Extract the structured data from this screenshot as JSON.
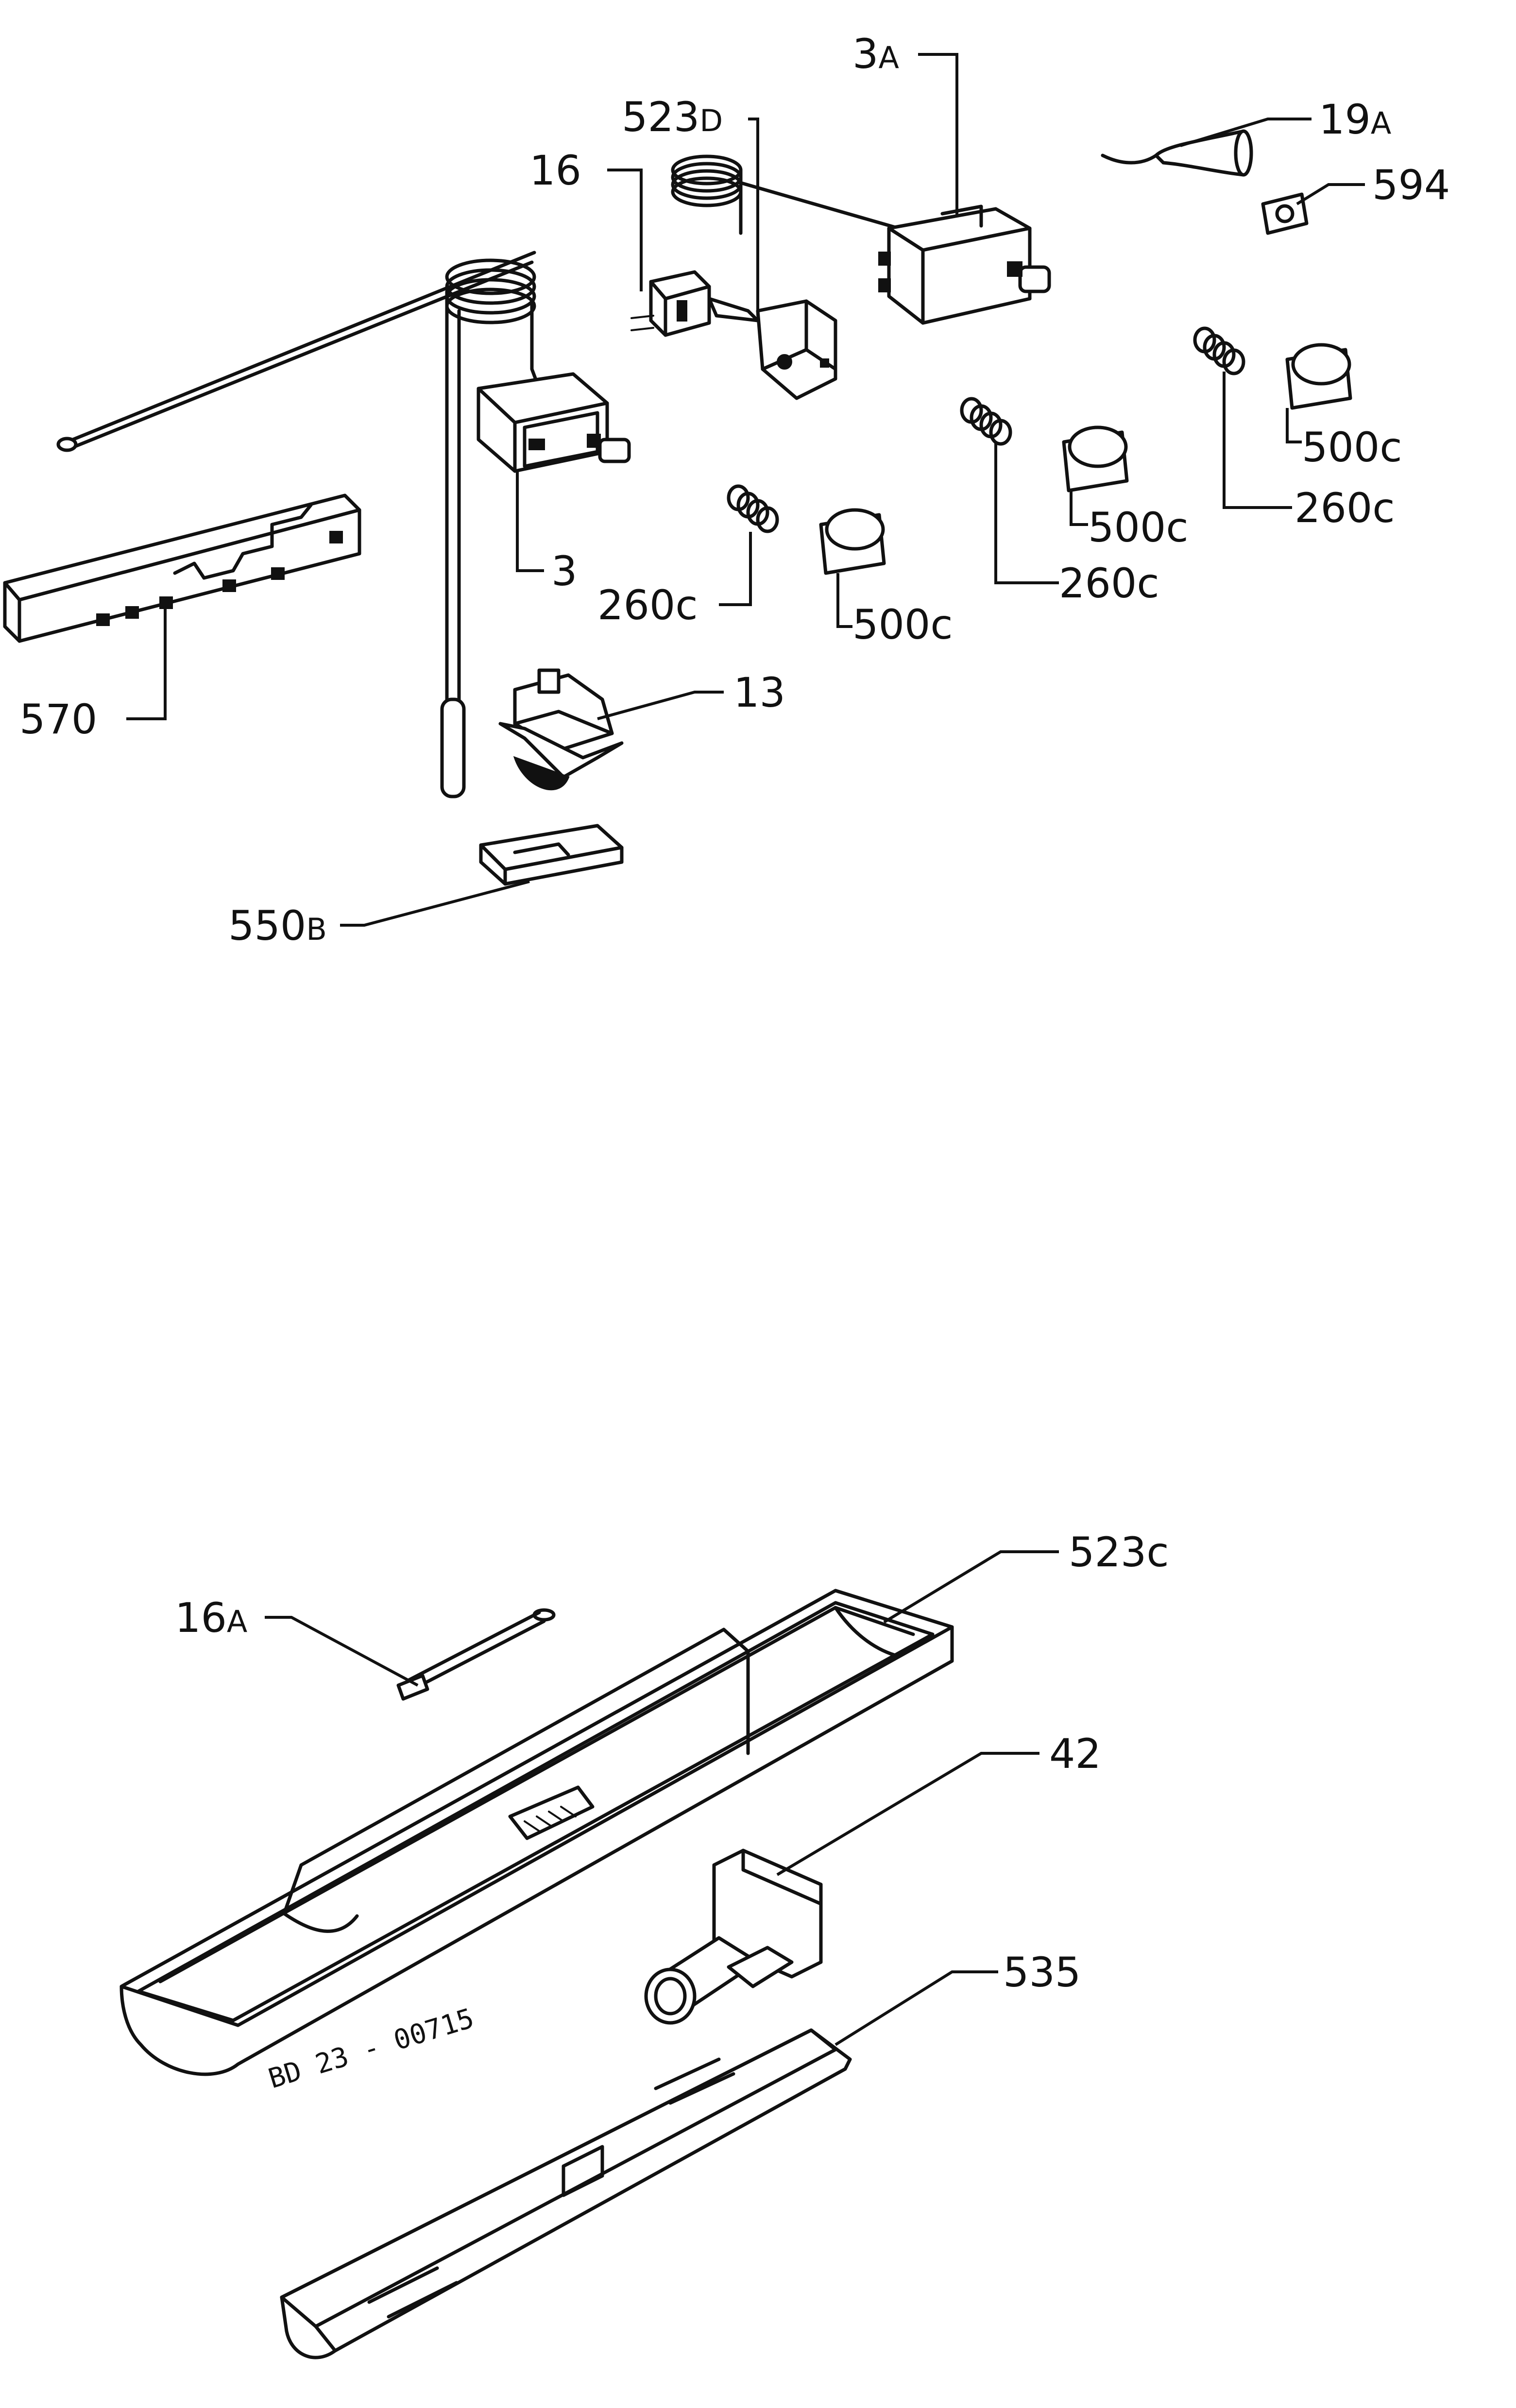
{
  "labels": {
    "l_3a": "3",
    "l_3a_suffix": "A",
    "l_523d": "523",
    "l_523d_suffix": "D",
    "l_16": "16",
    "l_19a": "19",
    "l_19a_suffix": "A",
    "l_594": "594",
    "l_500c_1": "500c",
    "l_260c_1": "260c",
    "l_500c_2": "500c",
    "l_3": "3",
    "l_260c_2": "260c",
    "l_260c_3": "260c",
    "l_500c_3": "500c",
    "l_570": "570",
    "l_13": "13",
    "l_550b": "550",
    "l_550b_suffix": "B",
    "l_16a": "16",
    "l_16a_suffix": "A",
    "l_523c": "523c",
    "l_42": "42",
    "l_535": "535"
  },
  "drawing_code": "BD 23 - 00715"
}
